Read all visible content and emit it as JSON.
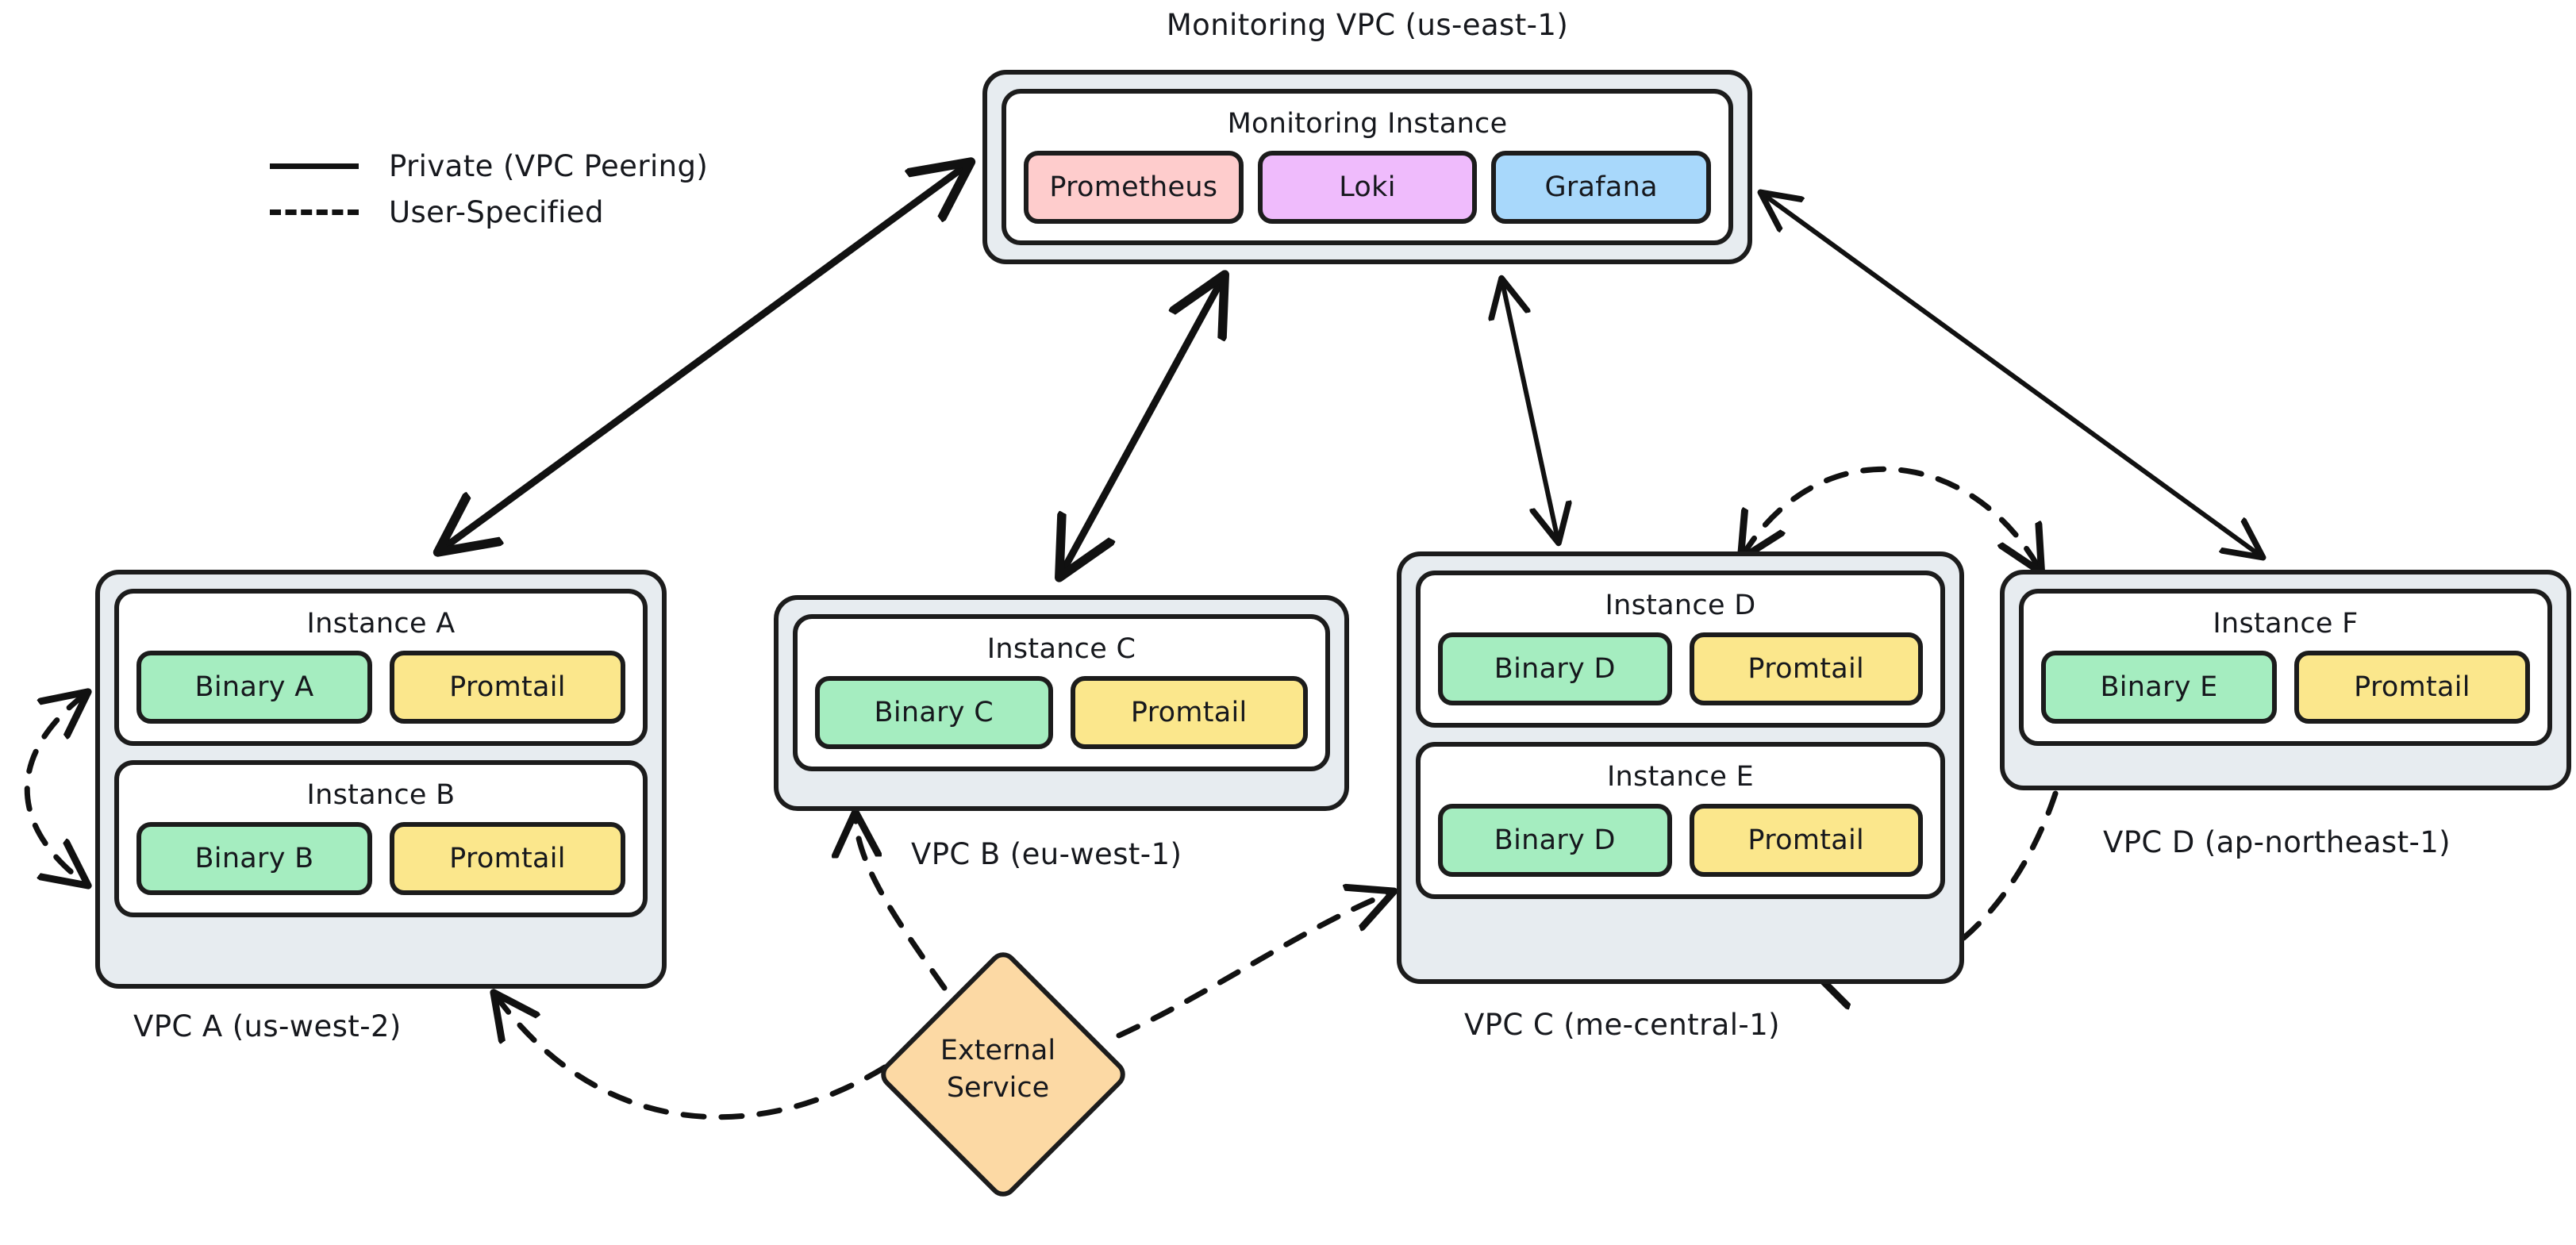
{
  "legend": {
    "items": [
      {
        "style": "solid",
        "label": "Private (VPC Peering)"
      },
      {
        "style": "dashed",
        "label": "User-Specified"
      }
    ]
  },
  "monitoring_vpc": {
    "title": "Monitoring VPC (us-east-1)",
    "instance": {
      "title": "Monitoring Instance",
      "components": [
        {
          "label": "Prometheus",
          "color_name": "pink",
          "color": "#fecccc"
        },
        {
          "label": "Loki",
          "color_name": "purple",
          "color": "#efbbfc"
        },
        {
          "label": "Grafana",
          "color_name": "blue",
          "color": "#a8d8fb"
        }
      ]
    }
  },
  "vpcs": [
    {
      "id": "vpc-a",
      "label": "VPC A (us-west-2)",
      "instances": [
        {
          "title": "Instance A",
          "components": [
            {
              "label": "Binary A",
              "color_name": "green",
              "color": "#a5edc0"
            },
            {
              "label": "Promtail",
              "color_name": "yellow",
              "color": "#fbe78c"
            }
          ]
        },
        {
          "title": "Instance B",
          "components": [
            {
              "label": "Binary B",
              "color_name": "green",
              "color": "#a5edc0"
            },
            {
              "label": "Promtail",
              "color_name": "yellow",
              "color": "#fbe78c"
            }
          ]
        }
      ]
    },
    {
      "id": "vpc-b",
      "label": "VPC B (eu-west-1)",
      "instances": [
        {
          "title": "Instance C",
          "components": [
            {
              "label": "Binary C",
              "color_name": "green",
              "color": "#a5edc0"
            },
            {
              "label": "Promtail",
              "color_name": "yellow",
              "color": "#fbe78c"
            }
          ]
        }
      ]
    },
    {
      "id": "vpc-c",
      "label": "VPC C (me-central-1)",
      "instances": [
        {
          "title": "Instance D",
          "components": [
            {
              "label": "Binary D",
              "color_name": "green",
              "color": "#a5edc0"
            },
            {
              "label": "Promtail",
              "color_name": "yellow",
              "color": "#fbe78c"
            }
          ]
        },
        {
          "title": "Instance E",
          "components": [
            {
              "label": "Binary D",
              "color_name": "green",
              "color": "#a5edc0"
            },
            {
              "label": "Promtail",
              "color_name": "yellow",
              "color": "#fbe78c"
            }
          ]
        }
      ]
    },
    {
      "id": "vpc-d",
      "label": "VPC D (ap-northeast-1)",
      "instances": [
        {
          "title": "Instance F",
          "components": [
            {
              "label": "Binary E",
              "color_name": "green",
              "color": "#a5edc0"
            },
            {
              "label": "Promtail",
              "color_name": "yellow",
              "color": "#fbe78c"
            }
          ]
        }
      ]
    }
  ],
  "external_service": {
    "line1": "External",
    "line2": "Service",
    "color": "#fcd9a4"
  },
  "colors": {
    "stroke": "#1c1c1c",
    "vpc_fill": "#e7ecf0",
    "instance_fill": "#ffffff",
    "background": "#ffffff",
    "green": "#a5edc0",
    "yellow": "#fbe78c",
    "pink": "#fecccc",
    "purple": "#efbbfc",
    "blue": "#a8d8fb",
    "orange": "#fcd9a4"
  },
  "connections": [
    {
      "from": "monitoring-vpc",
      "to": "vpc-a",
      "style": "solid",
      "arrows": "both"
    },
    {
      "from": "monitoring-vpc",
      "to": "vpc-b",
      "style": "solid",
      "arrows": "both"
    },
    {
      "from": "monitoring-vpc",
      "to": "vpc-c",
      "style": "solid",
      "arrows": "both"
    },
    {
      "from": "monitoring-vpc",
      "to": "vpc-d",
      "style": "solid",
      "arrows": "both"
    },
    {
      "from": "instance-a",
      "to": "instance-b",
      "style": "dashed",
      "arrows": "both"
    },
    {
      "from": "vpc-c",
      "to": "vpc-d",
      "style": "dashed",
      "arrows": "both"
    },
    {
      "from": "vpc-d",
      "to": "vpc-c",
      "style": "dashed",
      "arrows": "end"
    },
    {
      "from": "external-service",
      "to": "vpc-a",
      "style": "dashed",
      "arrows": "end"
    },
    {
      "from": "external-service",
      "to": "vpc-b",
      "style": "dashed",
      "arrows": "end"
    },
    {
      "from": "external-service",
      "to": "vpc-c",
      "style": "dashed",
      "arrows": "end"
    }
  ]
}
